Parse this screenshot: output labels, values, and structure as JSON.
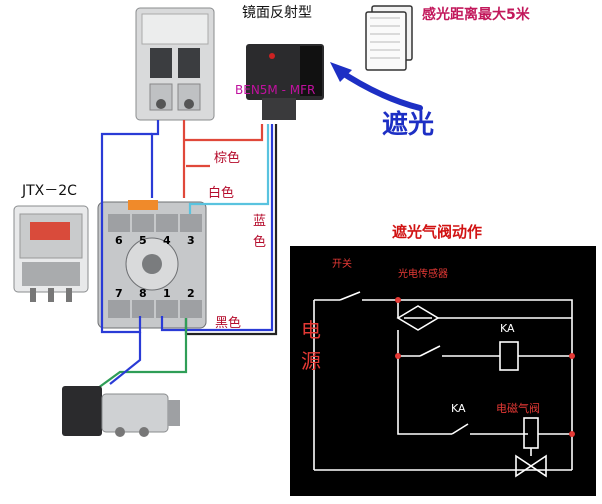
{
  "labels": {
    "title": "镜面反射型",
    "detect_distance": "感光距离最大5米",
    "sensor_model": "BEN5M - MFR",
    "shading": "遮光",
    "relay_model": "JTX－2C",
    "wire_brown": "棕色",
    "wire_white": "白色",
    "wire_blue": "蓝色",
    "wire_black": "黑色",
    "schematic_title": "遮光气阀动作",
    "switch": "开关",
    "photo_sensor": "光电传感器",
    "power": "电源",
    "relay_coil": "KA",
    "relay_contact": "KA",
    "solenoid_valve": "电磁气阀"
  },
  "socket_pins": {
    "top": [
      "6",
      "5",
      "4",
      "3"
    ],
    "bottom": [
      "7",
      "8",
      "1",
      "2"
    ]
  },
  "colors": {
    "wire_blue": "#2a3bd6",
    "wire_red": "#e0483a",
    "wire_green": "#2f9e57",
    "wire_white": "#59c3df",
    "schematic_bg": "#000000",
    "schematic_line": "#ffffff",
    "schematic_node": "#e53935",
    "accent_arrow": "#1d2fc4",
    "label_red": "#b50c2c"
  }
}
